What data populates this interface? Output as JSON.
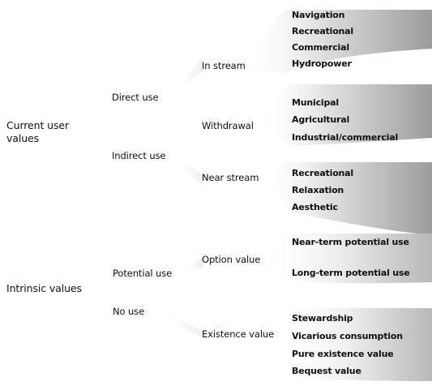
{
  "roots": {
    "current_user_values": "Current user\nvalues",
    "intrinsic_values": "Intrinsic values"
  },
  "branches": {
    "direct_use": "Direct use",
    "indirect_use": "Indirect use",
    "potential_use": "Potential use",
    "no_use": "No use"
  },
  "categories": {
    "in_stream": "In stream",
    "withdrawal": "Withdrawal",
    "near_stream": "Near stream",
    "option_value": "Option value",
    "existence_value": "Existence value"
  },
  "leaves": {
    "in_stream": [
      "Navigation",
      "Recreational",
      "Commercial",
      "Hydropower"
    ],
    "withdrawal": [
      "Municipal",
      "Agricultural",
      "Industrial/commercial"
    ],
    "near_stream": [
      "Recreational",
      "Relaxation",
      "Aesthetic"
    ],
    "option_value": [
      "Near-term potential use",
      "Long-term potential use"
    ],
    "existence_value": [
      "Stewardship",
      "Vicarious consumption",
      "Pure existence value",
      "Bequest value"
    ]
  },
  "colors": {
    "text": "#111111",
    "shade_light": "#e4e4e4",
    "shade_dark": "#9a9a9a"
  }
}
